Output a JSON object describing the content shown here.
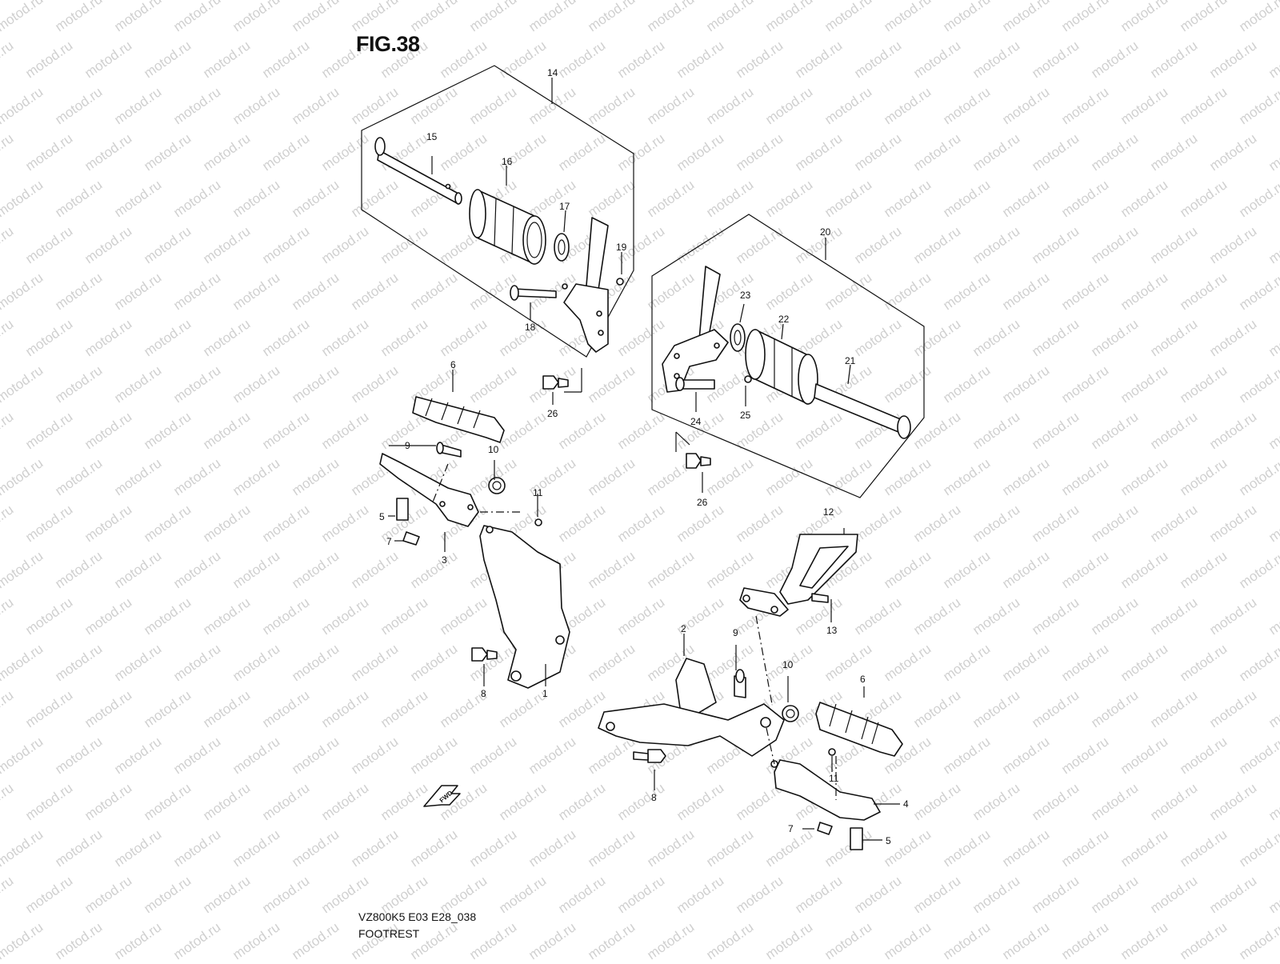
{
  "figure": {
    "title": "FIG.38",
    "code": "VZ800K5 E03 E28_038",
    "caption": "FOOTREST",
    "watermark": "motod.ru",
    "fwd_label": "FWD"
  },
  "callouts": [
    {
      "id": "c14",
      "label": "14"
    },
    {
      "id": "c15",
      "label": "15"
    },
    {
      "id": "c16",
      "label": "16"
    },
    {
      "id": "c17",
      "label": "17"
    },
    {
      "id": "c19",
      "label": "19"
    },
    {
      "id": "c18",
      "label": "18"
    },
    {
      "id": "c26a",
      "label": "26"
    },
    {
      "id": "c20",
      "label": "20"
    },
    {
      "id": "c23",
      "label": "23"
    },
    {
      "id": "c22",
      "label": "22"
    },
    {
      "id": "c21",
      "label": "21"
    },
    {
      "id": "c24",
      "label": "24"
    },
    {
      "id": "c25",
      "label": "25"
    },
    {
      "id": "c26b",
      "label": "26"
    },
    {
      "id": "c6a",
      "label": "6"
    },
    {
      "id": "c9a",
      "label": "9"
    },
    {
      "id": "c10a",
      "label": "10"
    },
    {
      "id": "c11a",
      "label": "11"
    },
    {
      "id": "c5a",
      "label": "5"
    },
    {
      "id": "c7a",
      "label": "7"
    },
    {
      "id": "c3",
      "label": "3"
    },
    {
      "id": "c8a",
      "label": "8"
    },
    {
      "id": "c1",
      "label": "1"
    },
    {
      "id": "c12",
      "label": "12"
    },
    {
      "id": "c13",
      "label": "13"
    },
    {
      "id": "c2",
      "label": "2"
    },
    {
      "id": "c9b",
      "label": "9"
    },
    {
      "id": "c10b",
      "label": "10"
    },
    {
      "id": "c6b",
      "label": "6"
    },
    {
      "id": "c11b",
      "label": "11"
    },
    {
      "id": "c8b",
      "label": "8"
    },
    {
      "id": "c4",
      "label": "4"
    },
    {
      "id": "c7b",
      "label": "7"
    },
    {
      "id": "c5b",
      "label": "5"
    }
  ]
}
